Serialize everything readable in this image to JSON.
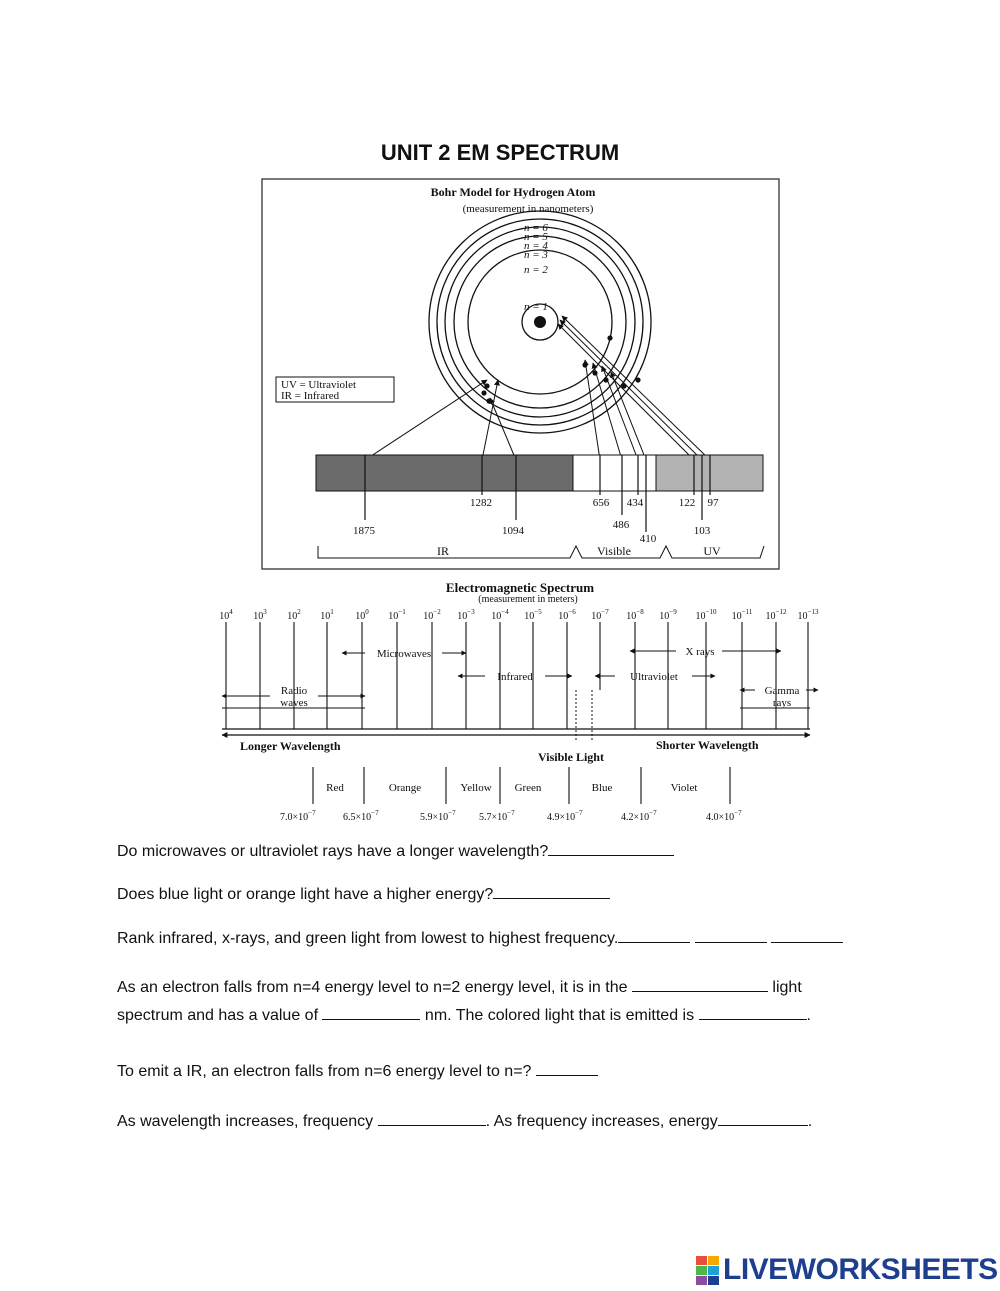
{
  "page_title": "UNIT 2 EM SPECTRUM",
  "bohr": {
    "title": "Bohr Model for Hydrogen Atom",
    "subtitle": "(measurement in nanometers)",
    "levels": [
      "n = 6",
      "n = 5",
      "n = 4",
      "n = 3",
      "n = 2",
      "n = 1"
    ],
    "legend": [
      "UV = Ultraviolet",
      "IR = Infrared"
    ],
    "wavelengths": [
      "1875",
      "1282",
      "1094",
      "656",
      "486",
      "434",
      "410",
      "122",
      "103",
      "97"
    ],
    "regions": [
      "IR",
      "Visible",
      "UV"
    ]
  },
  "em": {
    "title": "Electromagnetic Spectrum",
    "subtitle": "(measurement in meters)",
    "exponents": [
      "4",
      "3",
      "2",
      "1",
      "0",
      "−1",
      "−2",
      "−3",
      "−4",
      "−5",
      "−6",
      "−7",
      "−8",
      "−9",
      "−10",
      "−11",
      "−12",
      "−13"
    ],
    "tick_base": "10",
    "bands": {
      "microwaves": "Microwaves",
      "x_rays": "X rays",
      "radio_1": "Radio",
      "radio_2": "waves",
      "infrared": "Infrared",
      "ultraviolet": "Ultraviolet",
      "gamma_1": "Gamma",
      "gamma_2": "rays"
    },
    "longer": "Longer Wavelength",
    "shorter": "Shorter Wavelength",
    "visible_title": "Visible Light",
    "colors": [
      "Red",
      "Orange",
      "Yellow",
      "Green",
      "Blue",
      "Violet"
    ],
    "visible_values": [
      "7.0×10",
      "6.5×10",
      "5.9×10",
      "5.7×10",
      "4.9×10",
      "4.2×10",
      "4.0×10"
    ],
    "visible_exp": "−7"
  },
  "questions": {
    "q1": "Do microwaves or ultraviolet rays have a longer wavelength?",
    "q2": "Does blue light or orange light have a higher energy?",
    "q3": "Rank infrared, x-rays, and green light from lowest to highest frequency.",
    "q4a_1": "As an electron falls from n=4 energy level to n=2 energy level, it is in the",
    "q4a_2": "light",
    "q4b_1": "spectrum and has a value of",
    "q4b_2": "nm. The colored light that is emitted is",
    "q4b_3": ".",
    "q5": "To emit a IR, an electron falls from n=6 energy level to n=?",
    "q6_1": "As wavelength increases, frequency",
    "q6_2": ".  As frequency increases, energy",
    "q6_3": "."
  },
  "logo": {
    "text": "LIVEWORKSHEETS",
    "color": "#1d3f8e"
  }
}
